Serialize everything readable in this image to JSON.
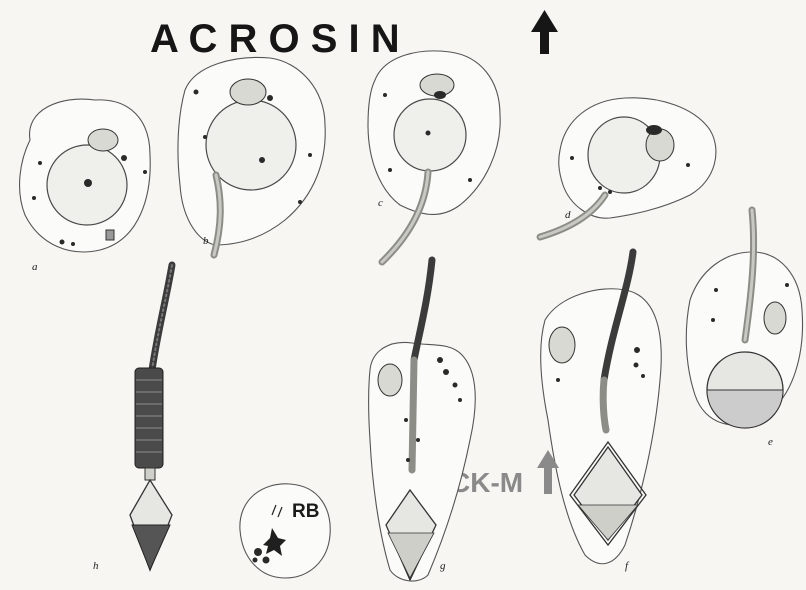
{
  "title": {
    "text": "A C R O S I N",
    "arrow_color": "#161616"
  },
  "marker": {
    "text": "CK-M",
    "color": "#8a8a8a"
  },
  "residual_body_label": "RB",
  "panels": [
    {
      "id": "a",
      "label": "a"
    },
    {
      "id": "b",
      "label": "b"
    },
    {
      "id": "c",
      "label": "c"
    },
    {
      "id": "d",
      "label": "d"
    },
    {
      "id": "e",
      "label": "e"
    },
    {
      "id": "f",
      "label": "f"
    },
    {
      "id": "g",
      "label": "g"
    },
    {
      "id": "h",
      "label": "h"
    }
  ]
}
